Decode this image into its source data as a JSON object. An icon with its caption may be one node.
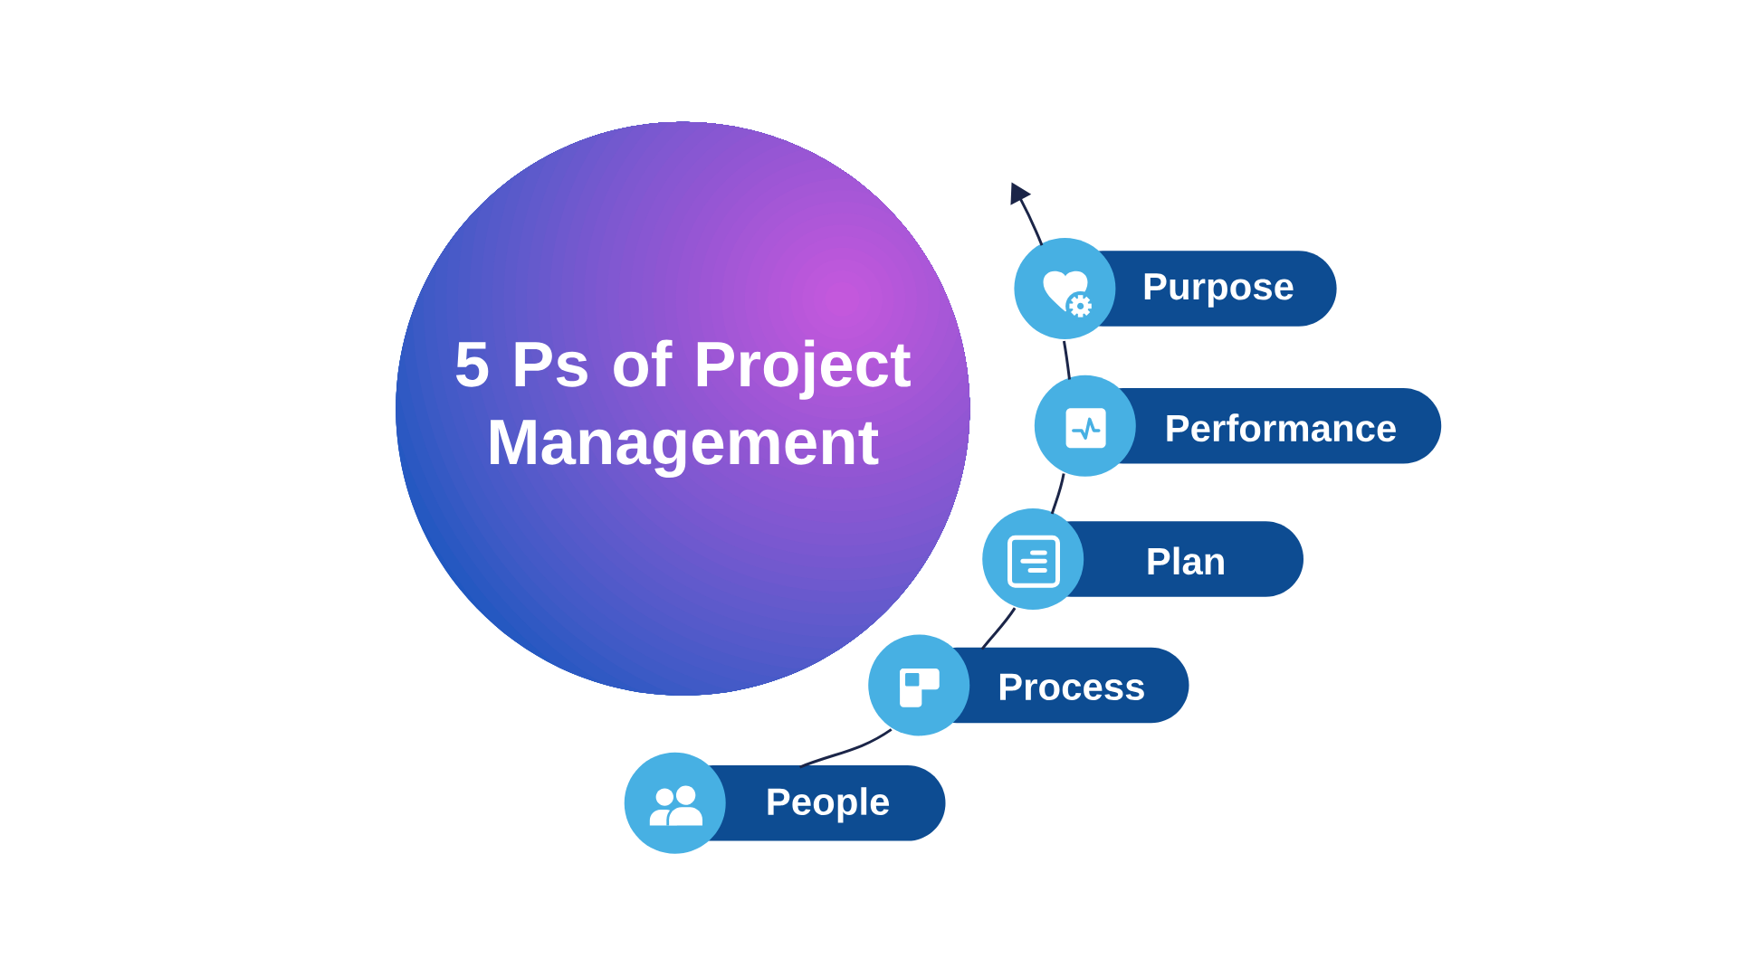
{
  "diagram": {
    "nodes": [
      {
        "text": [
          "5 Ps of Project Management"
        ]
      },
      {
        "text": [
          "Purpose"
        ]
      },
      {
        "text": [
          "Performance"
        ]
      },
      {
        "text": [
          "Plan"
        ]
      },
      {
        "text": [
          "Process"
        ]
      },
      {
        "text": [
          "People"
        ]
      }
    ],
    "edges": [
      {
        "from": 5,
        "to": 4,
        "arrow": "none"
      },
      {
        "from": 4,
        "to": 3,
        "arrow": "none"
      },
      {
        "from": 3,
        "to": 2,
        "arrow": "none"
      },
      {
        "from": 2,
        "to": 1,
        "arrow": "none"
      },
      {
        "from": 1,
        "to": null,
        "arrow": "to"
      }
    ]
  }
}
